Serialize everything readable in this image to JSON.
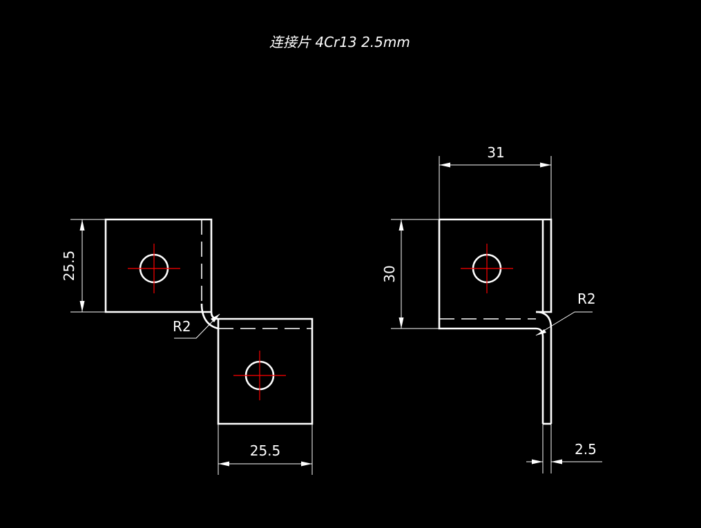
{
  "title": "连接片  4Cr13  2.5mm",
  "colors": {
    "background": "#000000",
    "outline": "#ffffff",
    "centerline": "#ff0000"
  },
  "left_view": {
    "dim_height": "25.5",
    "dim_width": "25.5",
    "bend_radius": "R2"
  },
  "right_view": {
    "dim_width": "31",
    "dim_height": "30",
    "dim_thickness": "2.5",
    "bend_radius": "R2"
  }
}
